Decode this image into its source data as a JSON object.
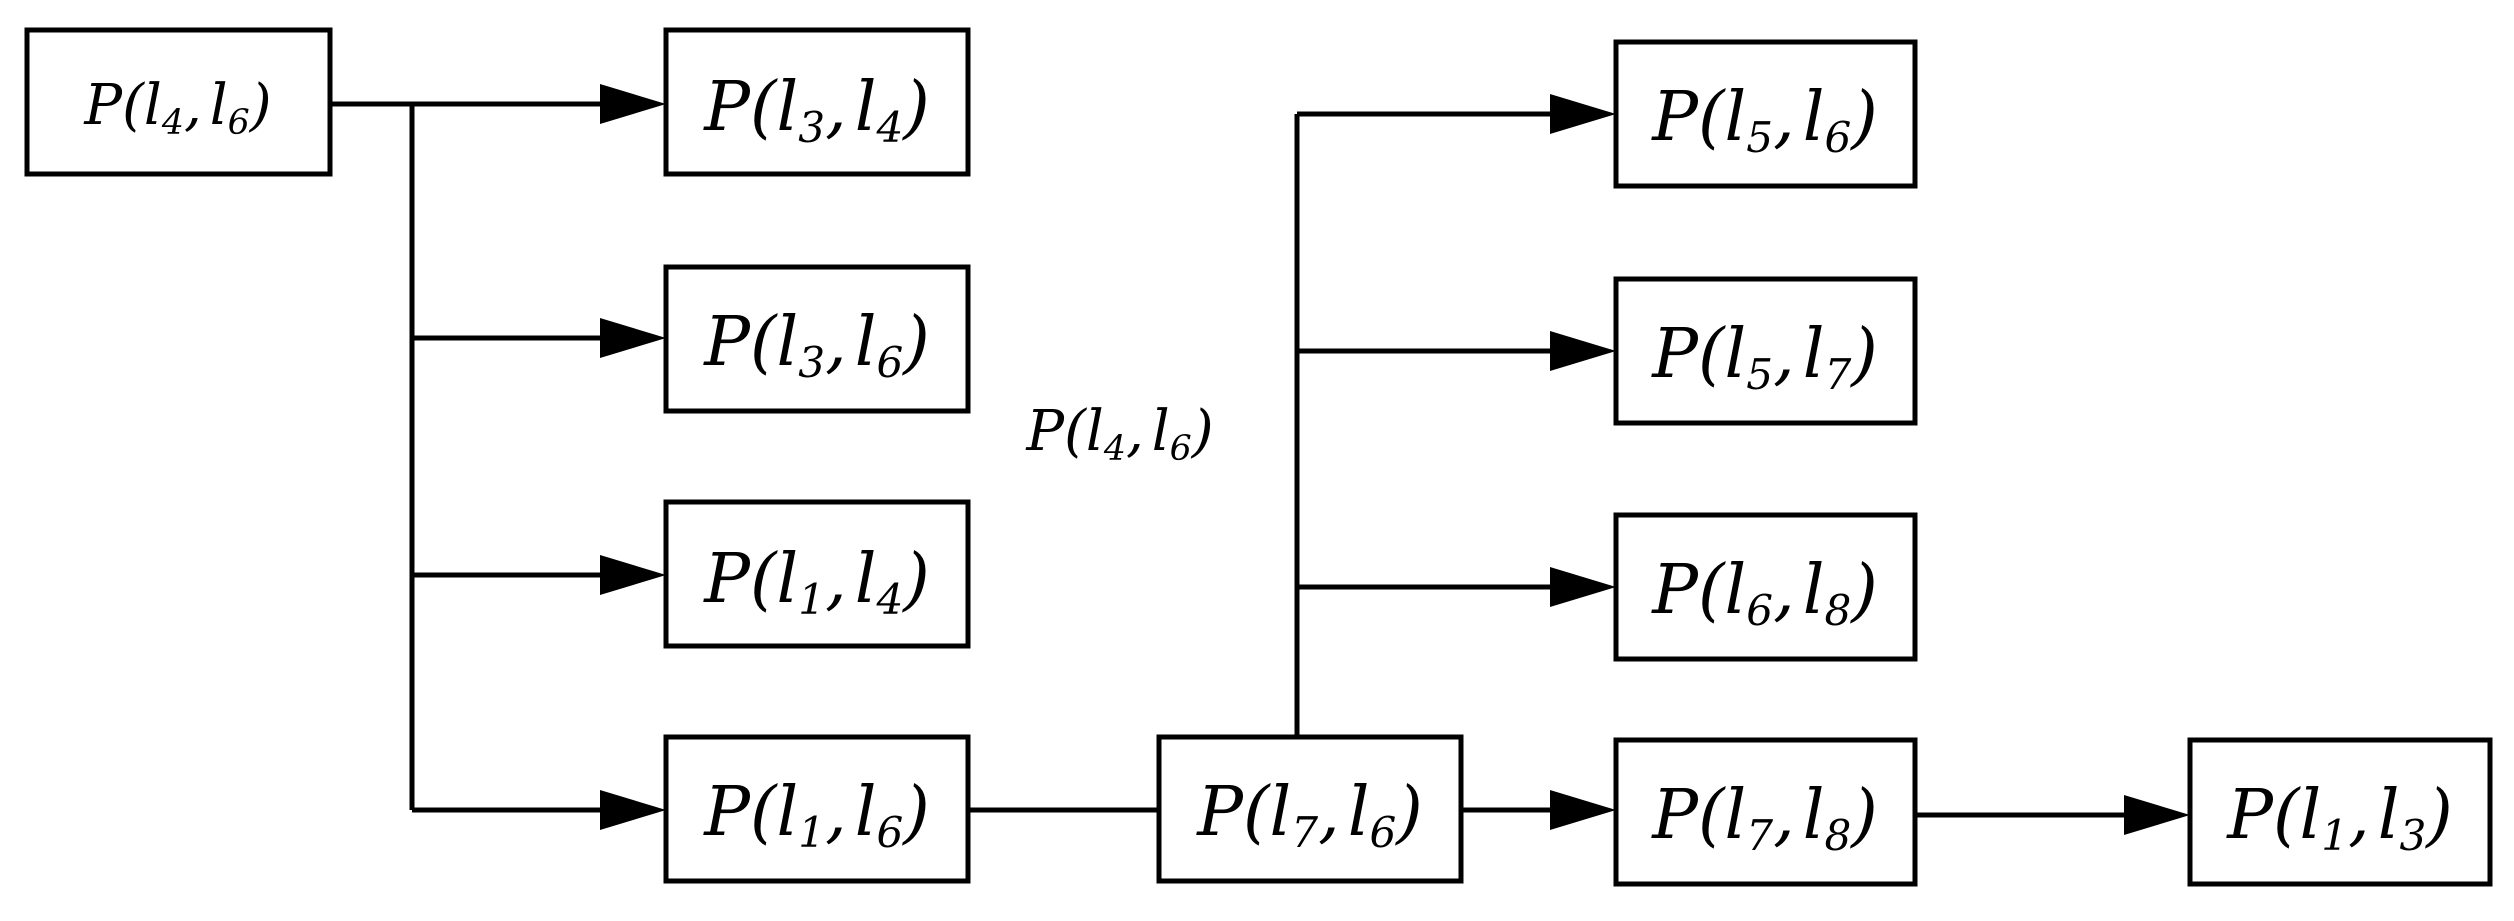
{
  "nodes": [
    {
      "id": "n0",
      "p": "P",
      "a": "l",
      "as": "4",
      "b": "l",
      "bs": "6"
    },
    {
      "id": "n1",
      "p": "P",
      "a": "l",
      "as": "3",
      "b": "l",
      "bs": "4"
    },
    {
      "id": "n2",
      "p": "P",
      "a": "l",
      "as": "3",
      "b": "l",
      "bs": "6"
    },
    {
      "id": "n3",
      "p": "P",
      "a": "l",
      "as": "1",
      "b": "l",
      "bs": "4"
    },
    {
      "id": "n4",
      "p": "P",
      "a": "l",
      "as": "1",
      "b": "l",
      "bs": "6"
    },
    {
      "id": "n5",
      "p": "P",
      "a": "l",
      "as": "7",
      "b": "l",
      "bs": "6"
    },
    {
      "id": "n6",
      "p": "P",
      "a": "l",
      "as": "5",
      "b": "l",
      "bs": "6"
    },
    {
      "id": "n7",
      "p": "P",
      "a": "l",
      "as": "5",
      "b": "l",
      "bs": "7"
    },
    {
      "id": "n8",
      "p": "P",
      "a": "l",
      "as": "6",
      "b": "l",
      "bs": "8"
    },
    {
      "id": "n9",
      "p": "P",
      "a": "l",
      "as": "7",
      "b": "l",
      "bs": "8"
    },
    {
      "id": "n10",
      "p": "P",
      "a": "l",
      "as": "1",
      "b": "l",
      "bs": "3"
    }
  ],
  "floating_label": {
    "p": "P",
    "a": "l",
    "as": "4",
    "b": "l",
    "bs": "6"
  }
}
